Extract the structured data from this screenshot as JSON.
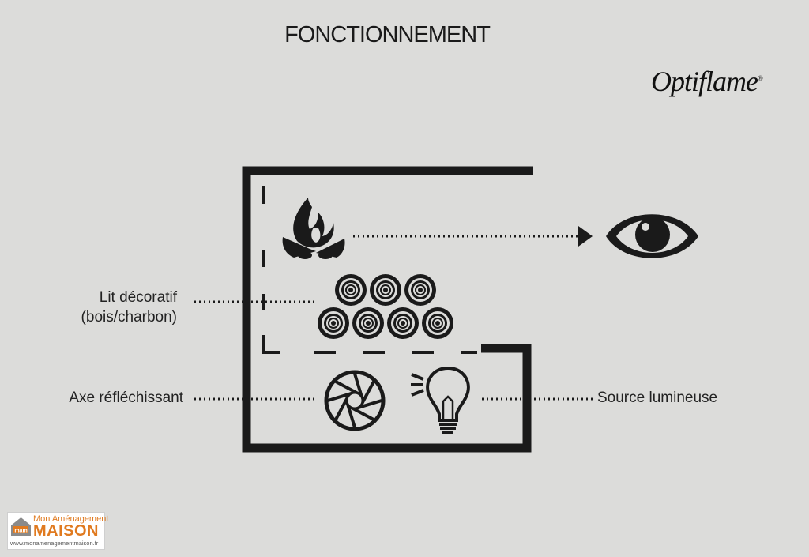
{
  "title": "FONCTIONNEMENT",
  "brand": {
    "name": "Optiflame",
    "registered": "®"
  },
  "labels": {
    "bed_line1": "Lit décoratif",
    "bed_line2": "(bois/charbon)",
    "axis": "Axe réfléchissant",
    "light": "Source lumineuse"
  },
  "watermark": {
    "top": "Mon Aménagement",
    "main": "MAISON",
    "url": "www.monamenagementmaison.fr",
    "accent": "#e07a1f"
  },
  "icons": [
    "fire-icon",
    "eye-icon",
    "logs-icon",
    "aperture-icon",
    "light-bulb-icon"
  ],
  "colors": {
    "background": "#dcdcda",
    "ink": "#1a1a1a"
  }
}
